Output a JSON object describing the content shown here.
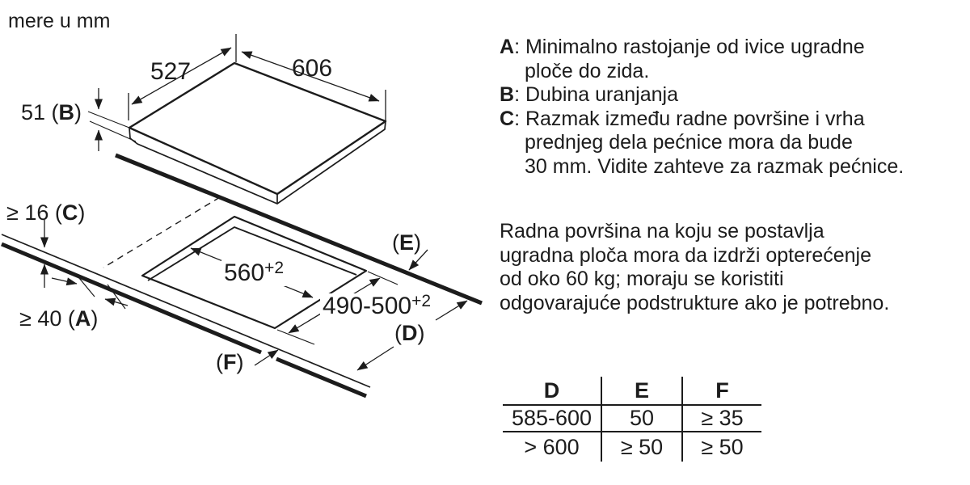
{
  "page": {
    "background": "#ffffff",
    "ink": "#1c1c1c"
  },
  "units_label": "mere u mm",
  "diagram": {
    "dim_top_left": "527",
    "dim_top_right": "606",
    "depth_label": {
      "pre": "51 (",
      "letter": "B",
      "post": ")"
    },
    "clearance_c": {
      "pre": "≥ 16 (",
      "letter": "C",
      "post": ")"
    },
    "clearance_a": {
      "pre": "≥ 40 (",
      "letter": "A",
      "post": ")"
    },
    "cutout_width": {
      "value": "560",
      "tolerance": "+2"
    },
    "cutout_depth": {
      "value": "490-500",
      "tolerance": "+2"
    },
    "label_e": {
      "pre": "(",
      "letter": "E",
      "post": ")"
    },
    "label_d": {
      "pre": "(",
      "letter": "D",
      "post": ")"
    },
    "label_f": {
      "pre": "(",
      "letter": "F",
      "post": ")"
    }
  },
  "notes": [
    {
      "letter": "A",
      "sep": ": ",
      "lines": [
        "Minimalno rastojanje od ivice ugradne",
        "ploče do zida."
      ]
    },
    {
      "letter": "B",
      "sep": ": ",
      "lines": [
        "Dubina uranjanja"
      ]
    },
    {
      "letter": "C",
      "sep": ": ",
      "lines": [
        "Razmak između radne površine i vrha",
        "prednjeg dela pećnice mora da bude",
        "30 mm. Vidite zahteve za razmak pećnice."
      ]
    }
  ],
  "load_note_lines": [
    "Radna površina na koju se postavlja",
    "ugradna ploča mora da izdrži opterećenje",
    "od oko 60 kg; moraju se koristiti",
    "odgovarajuće podstrukture ako je potrebno."
  ],
  "table": {
    "headers": [
      "D",
      "E",
      "F"
    ],
    "rows": [
      [
        "585-600",
        "50",
        "≥ 35"
      ],
      [
        "> 600",
        "≥ 50",
        "≥ 50"
      ]
    ]
  }
}
